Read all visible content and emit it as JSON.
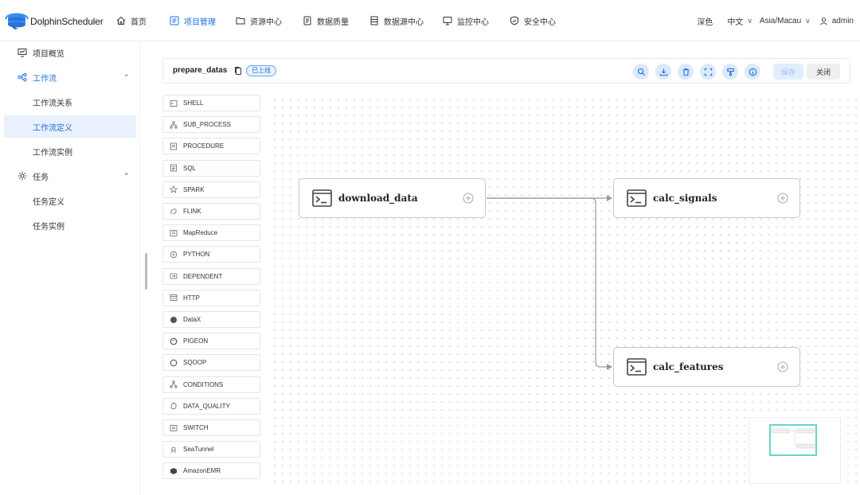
{
  "app": {
    "name": "DolphinScheduler"
  },
  "nav": [
    {
      "label": "首页",
      "icon": "home-icon"
    },
    {
      "label": "项目管理",
      "icon": "project-icon",
      "active": true
    },
    {
      "label": "资源中心",
      "icon": "folder-icon"
    },
    {
      "label": "数据质量",
      "icon": "quality-icon"
    },
    {
      "label": "数据源中心",
      "icon": "datasource-icon"
    },
    {
      "label": "监控中心",
      "icon": "monitor-icon"
    },
    {
      "label": "安全中心",
      "icon": "shield-icon"
    }
  ],
  "header_right": {
    "theme": "深色",
    "language": "中文",
    "timezone": "Asia/Macau",
    "user": "admin"
  },
  "sidebar": {
    "overview": "项目概览",
    "workflow": "工作流",
    "workflow_relation": "工作流关系",
    "workflow_definition": "工作流定义",
    "workflow_instance": "工作流实例",
    "task": "任务",
    "task_definition": "任务定义",
    "task_instance": "任务实例"
  },
  "toolbar": {
    "workflow_name": "prepare_datas",
    "status_badge": "已上线",
    "save_label": "保存",
    "close_label": "关闭"
  },
  "palette": [
    "SHELL",
    "SUB_PROCESS",
    "PROCEDURE",
    "SQL",
    "SPARK",
    "FLINK",
    "MapReduce",
    "PYTHON",
    "DEPENDENT",
    "HTTP",
    "DataX",
    "PIGEON",
    "SQOOP",
    "CONDITIONS",
    "DATA_QUALITY",
    "SWITCH",
    "SeaTunnel",
    "AmazonEMR"
  ],
  "nodes": {
    "download_data": "download_data",
    "calc_signals": "calc_signals",
    "calc_features": "calc_features"
  },
  "colors": {
    "accent": "#1f6fe0",
    "minimap_viewport": "#6ad4c8"
  }
}
